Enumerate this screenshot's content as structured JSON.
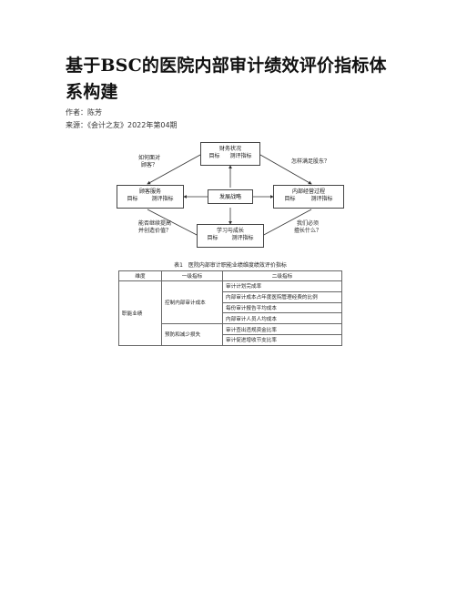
{
  "article": {
    "title_line1": "基于BSC的医院内部审计绩效评价指标体",
    "title_line2": "系构建",
    "author_label": "作者：",
    "author": "陈芳",
    "source_label": "来源：",
    "source": "《会计之友》2022年第04期"
  },
  "diagram": {
    "finance": {
      "title": "财务状况",
      "goal": "目标",
      "metric": "测评指标"
    },
    "customer": {
      "title": "顾客服务",
      "goal": "目标",
      "metric": "测评指标"
    },
    "strategy": {
      "title": "发展战略"
    },
    "internal": {
      "title": "内部经营过程",
      "goal": "目标",
      "metric": "测评指标"
    },
    "learning": {
      "title": "学习与成长",
      "goal": "目标",
      "metric": "测评指标"
    },
    "q_topleft": [
      "如何面对",
      "顾客？"
    ],
    "q_topright": "怎样满足股东？",
    "q_bottomleft": [
      "能否继续提高",
      "并创造价值？"
    ],
    "q_bottomright": [
      "我们必须",
      "擅长什么？"
    ]
  },
  "table": {
    "caption": "表1　医院内部审计职能业绩维度绩效评价指标",
    "headers": [
      "维度",
      "一级指标",
      "二级指标"
    ],
    "dimension": "职能业绩",
    "groups": [
      {
        "level1": "控制内部审计成本",
        "level2": [
          "审计计划完成率",
          "内部审计成本占年度医院管理经费的比例",
          "每份审计报告平均成本",
          "内部审计人员人均成本"
        ]
      },
      {
        "level1": "预防和减少损失",
        "level2": [
          "审计查出违规资金比率",
          "审计促进增收节支比率"
        ]
      }
    ]
  }
}
